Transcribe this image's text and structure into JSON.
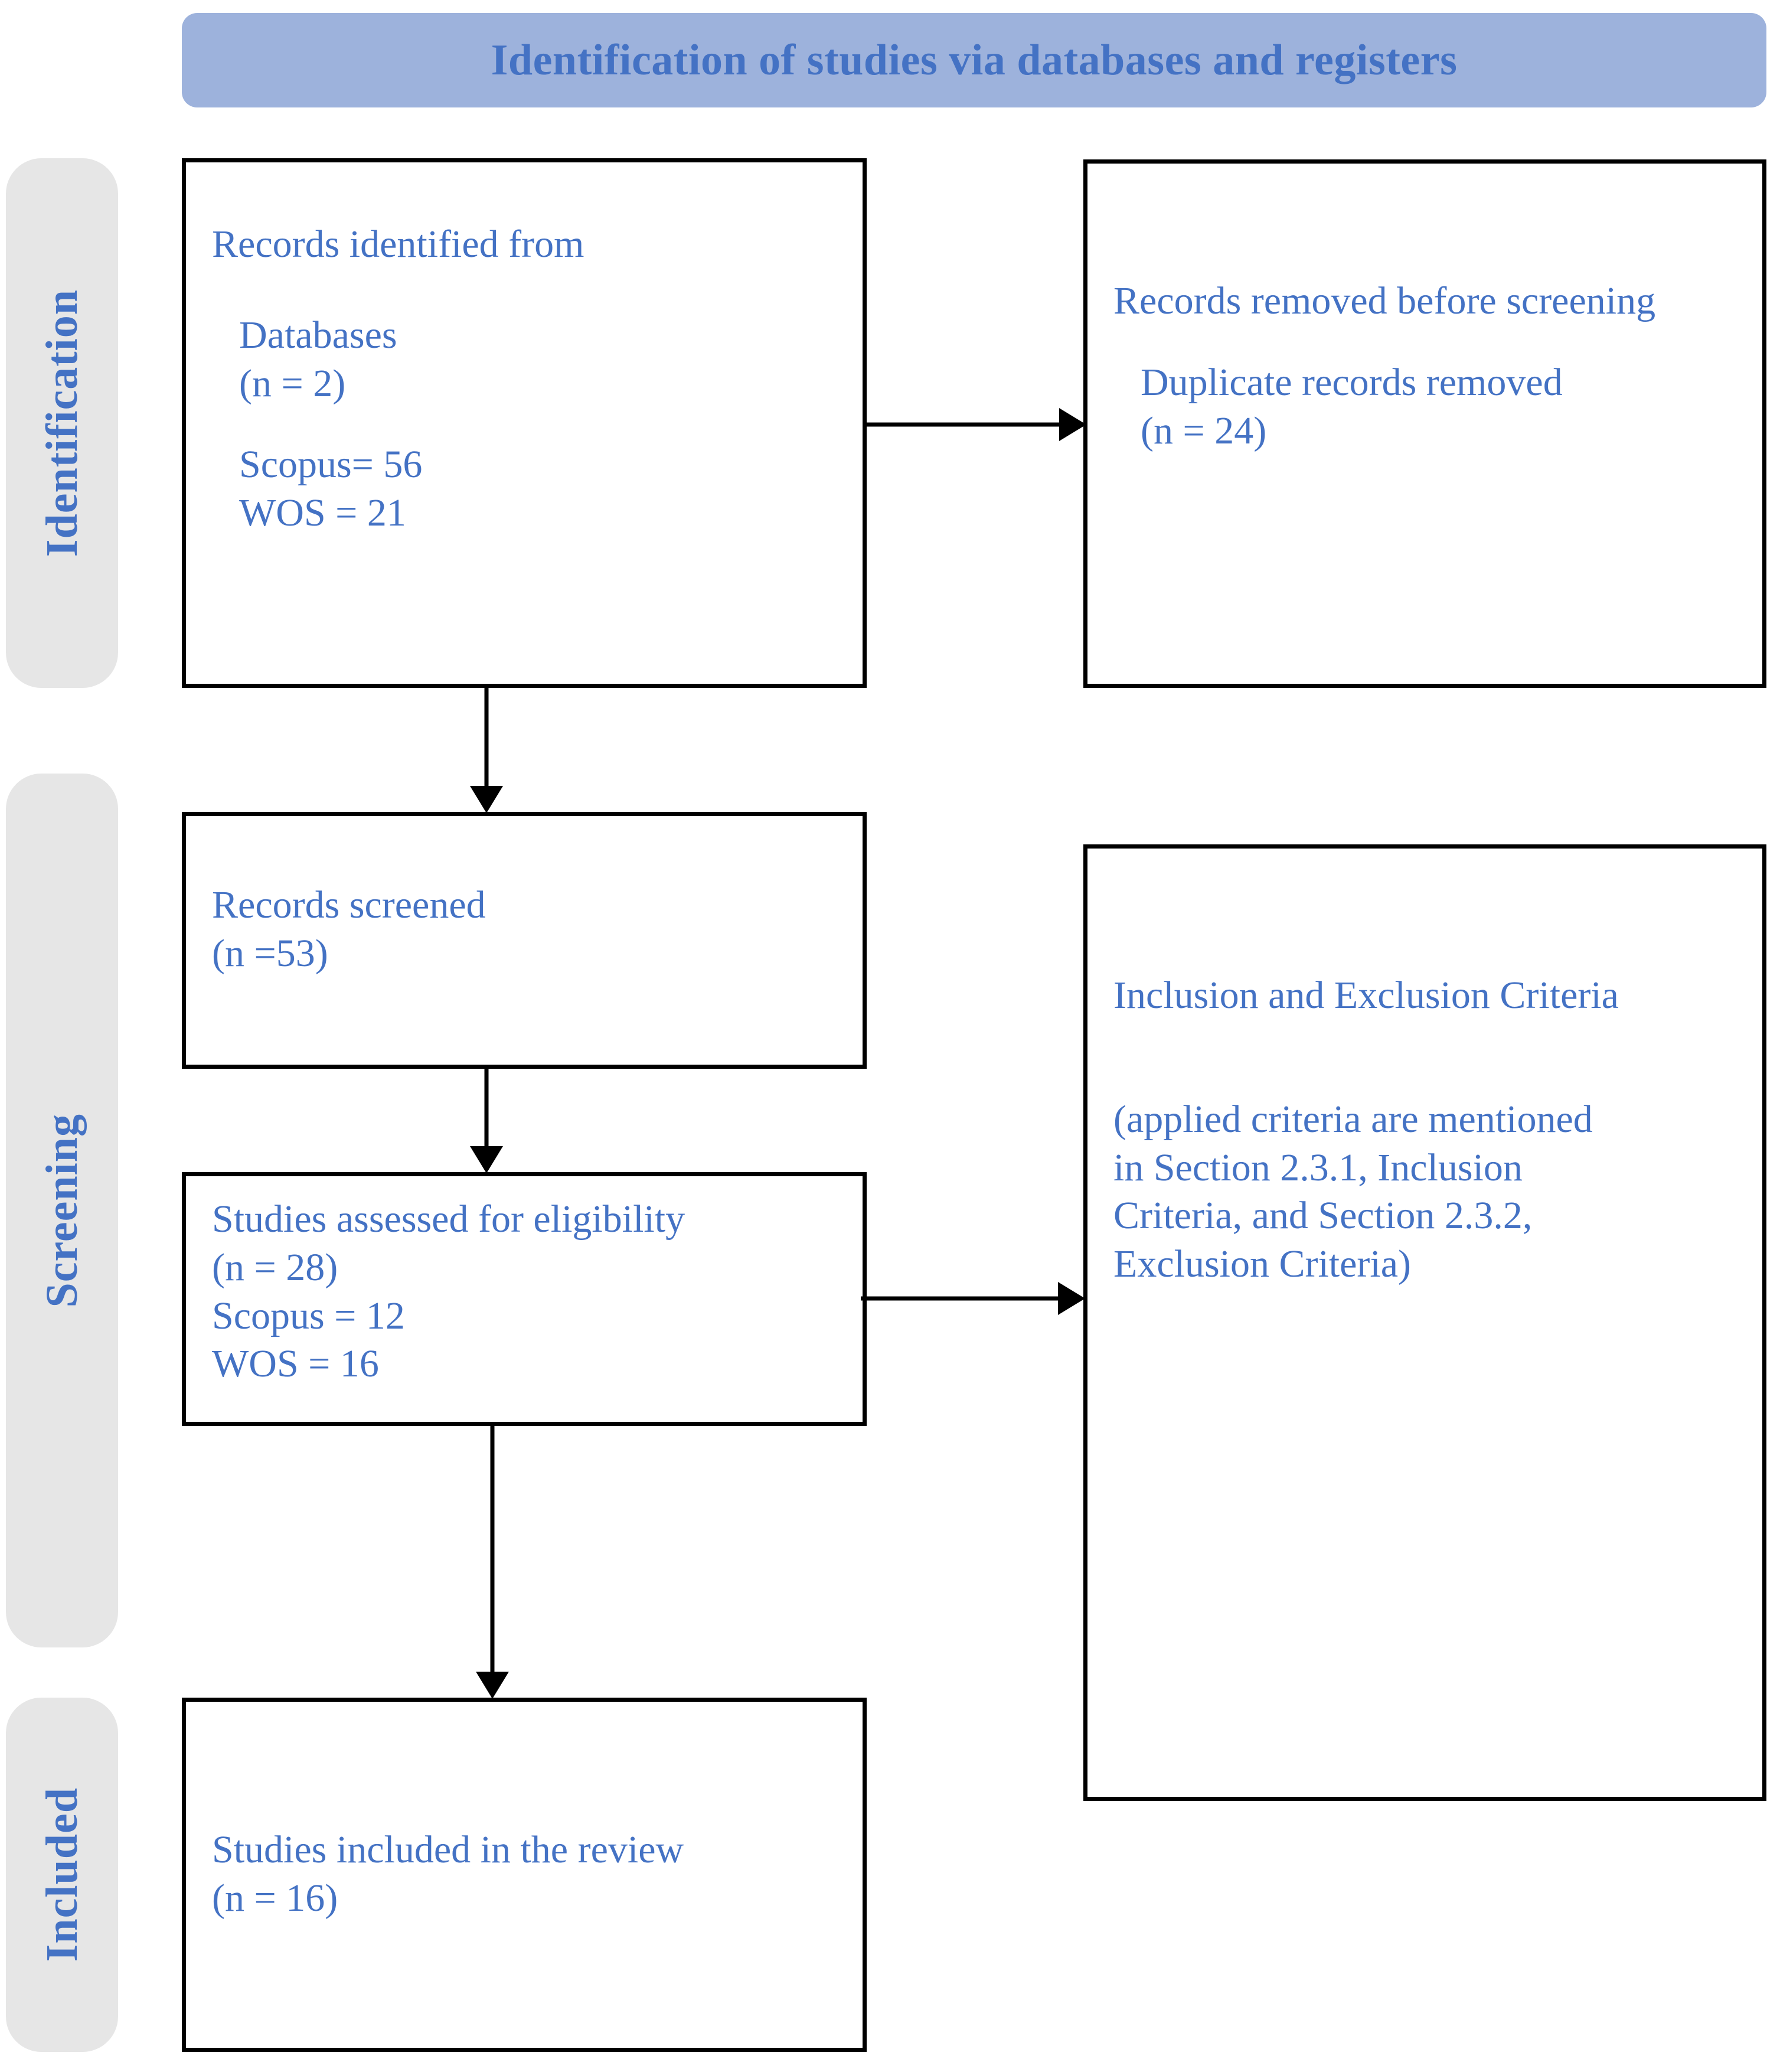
{
  "banner": {
    "title": "Identification of studies via databases and registers"
  },
  "stages": [
    {
      "key": "identification",
      "label": "Identification"
    },
    {
      "key": "screening",
      "label": "Screening"
    },
    {
      "key": "included",
      "label": "Included"
    }
  ],
  "boxes": {
    "identified": {
      "heading": "Records identified from",
      "source_label": "Databases",
      "source_count": "(n = 2)",
      "db1": "Scopus= 56",
      "db2": "WOS  = 21"
    },
    "removed": {
      "heading": "Records removed before screening",
      "detail_label": "Duplicate records removed",
      "detail_count": "(n = 24)"
    },
    "screened": {
      "heading": "Records screened",
      "count": "(n =53)"
    },
    "eligibility": {
      "heading": "Studies assessed for eligibility",
      "count": "(n = 28)",
      "db1": "Scopus = 12",
      "db2": "WOS  = 16"
    },
    "criteria": {
      "heading": "Inclusion and Exclusion Criteria",
      "note_line1": "(applied criteria are mentioned",
      "note_line2": "in Section 2.3.1, Inclusion",
      "note_line3": "Criteria, and Section 2.3.2,",
      "note_line4": "Exclusion Criteria)"
    },
    "included": {
      "heading": "Studies included in the review",
      "count": "(n = 16)"
    }
  },
  "colors": {
    "banner_background": "#9DB2DC",
    "text_blue": "#4472C4",
    "stage_tab_background": "#E6E6E6",
    "box_border": "#000000",
    "arrow": "#000000"
  }
}
